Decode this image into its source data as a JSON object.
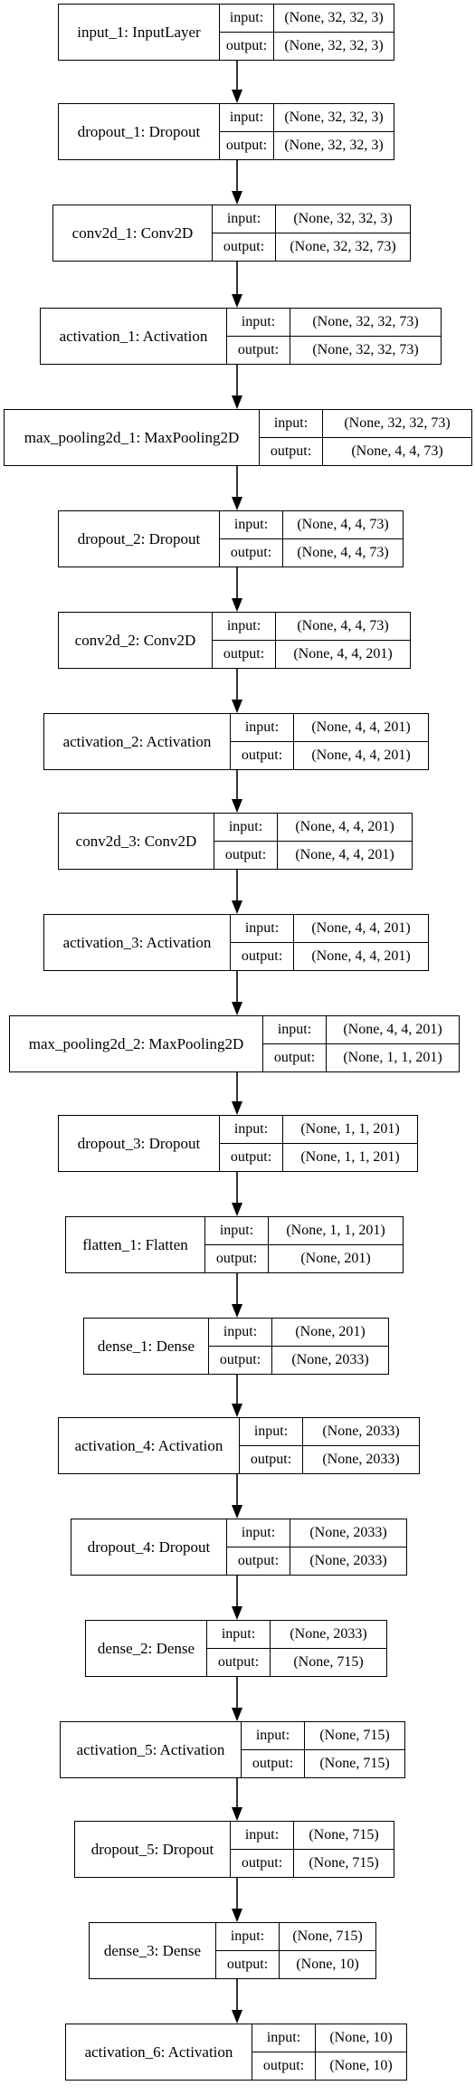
{
  "diagram": {
    "io_input_label": "input:",
    "io_output_label": "output:",
    "layers": [
      {
        "name": "input_1: InputLayer",
        "input": "(None, 32, 32, 3)",
        "output": "(None, 32, 32, 3)"
      },
      {
        "name": "dropout_1: Dropout",
        "input": "(None, 32, 32, 3)",
        "output": "(None, 32, 32, 3)"
      },
      {
        "name": "conv2d_1: Conv2D",
        "input": "(None, 32, 32, 3)",
        "output": "(None, 32, 32, 73)"
      },
      {
        "name": "activation_1: Activation",
        "input": "(None, 32, 32, 73)",
        "output": "(None, 32, 32, 73)"
      },
      {
        "name": "max_pooling2d_1: MaxPooling2D",
        "input": "(None, 32, 32, 73)",
        "output": "(None, 4, 4, 73)"
      },
      {
        "name": "dropout_2: Dropout",
        "input": "(None, 4, 4, 73)",
        "output": "(None, 4, 4, 73)"
      },
      {
        "name": "conv2d_2: Conv2D",
        "input": "(None, 4, 4, 73)",
        "output": "(None, 4, 4, 201)"
      },
      {
        "name": "activation_2: Activation",
        "input": "(None, 4, 4, 201)",
        "output": "(None, 4, 4, 201)"
      },
      {
        "name": "conv2d_3: Conv2D",
        "input": "(None, 4, 4, 201)",
        "output": "(None, 4, 4, 201)"
      },
      {
        "name": "activation_3: Activation",
        "input": "(None, 4, 4, 201)",
        "output": "(None, 4, 4, 201)"
      },
      {
        "name": "max_pooling2d_2: MaxPooling2D",
        "input": "(None, 4, 4, 201)",
        "output": "(None, 1, 1, 201)"
      },
      {
        "name": "dropout_3: Dropout",
        "input": "(None, 1, 1, 201)",
        "output": "(None, 1, 1, 201)"
      },
      {
        "name": "flatten_1: Flatten",
        "input": "(None, 1, 1, 201)",
        "output": "(None, 201)"
      },
      {
        "name": "dense_1: Dense",
        "input": "(None, 201)",
        "output": "(None, 2033)"
      },
      {
        "name": "activation_4: Activation",
        "input": "(None, 2033)",
        "output": "(None, 2033)"
      },
      {
        "name": "dropout_4: Dropout",
        "input": "(None, 2033)",
        "output": "(None, 2033)"
      },
      {
        "name": "dense_2: Dense",
        "input": "(None, 2033)",
        "output": "(None, 715)"
      },
      {
        "name": "activation_5: Activation",
        "input": "(None, 715)",
        "output": "(None, 715)"
      },
      {
        "name": "dropout_5: Dropout",
        "input": "(None, 715)",
        "output": "(None, 715)"
      },
      {
        "name": "dense_3: Dense",
        "input": "(None, 715)",
        "output": "(None, 10)"
      },
      {
        "name": "activation_6: Activation",
        "input": "(None, 10)",
        "output": "(None, 10)"
      }
    ]
  }
}
